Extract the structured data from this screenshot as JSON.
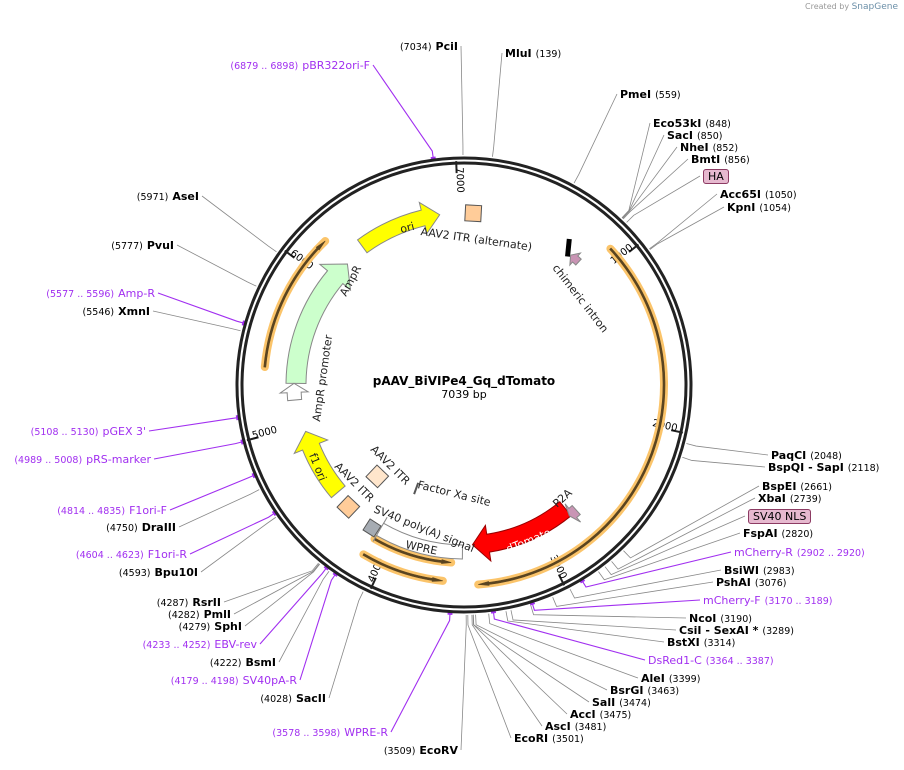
{
  "credit": {
    "prefix": "Created by",
    "brand": "SnapGene"
  },
  "plasmid": {
    "name": "pAAV_BiVIPe4_Gq_dTomato",
    "length_label": "7039 bp",
    "length": 7039
  },
  "ticks": [
    "1000",
    "2000",
    "3000",
    "4000",
    "5000",
    "6000",
    "7000"
  ],
  "enzymes": [
    {
      "name": "PciI",
      "position": "7034"
    },
    {
      "name": "MluI",
      "position": "139"
    },
    {
      "name": "PmeI",
      "position": "559"
    },
    {
      "name": "Eco53kI",
      "position": "848"
    },
    {
      "name": "SacI",
      "position": "850"
    },
    {
      "name": "NheI",
      "position": "852"
    },
    {
      "name": "BmtI",
      "position": "856"
    },
    {
      "name": "Acc65I",
      "position": "1050"
    },
    {
      "name": "KpnI",
      "position": "1054"
    },
    {
      "name": "PaqCI",
      "position": "2048"
    },
    {
      "name": "BspQI  - SapI",
      "position": "2118"
    },
    {
      "name": "BspEI",
      "position": "2661"
    },
    {
      "name": "XbaI",
      "position": "2739"
    },
    {
      "name": "FspAI",
      "position": "2820"
    },
    {
      "name": "BsiWI",
      "position": "2983"
    },
    {
      "name": "PshAI",
      "position": "3076"
    },
    {
      "name": "NcoI",
      "position": "3190"
    },
    {
      "name": "CsiI  - SexAI *",
      "position": "3289"
    },
    {
      "name": "BstXI",
      "position": "3314"
    },
    {
      "name": "AleI",
      "position": "3399"
    },
    {
      "name": "BsrGI",
      "position": "3463"
    },
    {
      "name": "SalI",
      "position": "3474"
    },
    {
      "name": "AccI",
      "position": "3475"
    },
    {
      "name": "AscI",
      "position": "3481"
    },
    {
      "name": "EcoRI",
      "position": "3501"
    },
    {
      "name": "EcoRV",
      "position": "3509"
    },
    {
      "name": "SacII",
      "position": "4028"
    },
    {
      "name": "BsmI",
      "position": "4222"
    },
    {
      "name": "SphI",
      "position": "4279"
    },
    {
      "name": "PmlI",
      "position": "4282"
    },
    {
      "name": "RsrII",
      "position": "4287"
    },
    {
      "name": "Bpu10I",
      "position": "4593"
    },
    {
      "name": "DraIII",
      "position": "4750"
    },
    {
      "name": "XmnI",
      "position": "5546"
    },
    {
      "name": "PvuI",
      "position": "5777"
    },
    {
      "name": "AseI",
      "position": "5971"
    }
  ],
  "primers": [
    {
      "name": "pBR322ori-F",
      "range": "6879 .. 6898"
    },
    {
      "name": "mCherry-R",
      "range": "2902 .. 2920"
    },
    {
      "name": "mCherry-F",
      "range": "3170 .. 3189"
    },
    {
      "name": "DsRed1-C",
      "range": "3364 .. 3387"
    },
    {
      "name": "WPRE-R",
      "range": "3578 .. 3598"
    },
    {
      "name": "SV40pA-R",
      "range": "4179 .. 4198"
    },
    {
      "name": "EBV-rev",
      "range": "4233 .. 4252"
    },
    {
      "name": "F1ori-R",
      "range": "4604 .. 4623"
    },
    {
      "name": "F1ori-F",
      "range": "4814 .. 4835"
    },
    {
      "name": "pRS-marker",
      "range": "4989 .. 5008"
    },
    {
      "name": "pGEX 3'",
      "range": "5108 .. 5130"
    },
    {
      "name": "Amp-R",
      "range": "5577 .. 5596"
    }
  ],
  "badges": [
    {
      "name": "HA",
      "color": "#e6b9cf"
    },
    {
      "name": "SV40 NLS",
      "color": "#e6b9cf"
    }
  ],
  "features": [
    {
      "name": "ori",
      "color": "#ffff00"
    },
    {
      "name": "AAV2 ITR (alternate)",
      "color": "#ffcc99"
    },
    {
      "name": "chimeric intron",
      "color": "#000000"
    },
    {
      "name": "AmpR",
      "color": "#ccffcc"
    },
    {
      "name": "AmpR promoter",
      "color": "#ffffff"
    },
    {
      "name": "f1 ori",
      "color": "#ffff00"
    },
    {
      "name": "AAV2 ITR",
      "color": "#ffcc99"
    },
    {
      "name": "AAV2 ITR",
      "color": "#ffe6cc"
    },
    {
      "name": "Factor Xa site",
      "color": "#555555"
    },
    {
      "name": "SV40 poly(A) signal",
      "color": "#a6acb3"
    },
    {
      "name": "WPRE",
      "color": "#ffffff"
    },
    {
      "name": "dTomato",
      "color": "#ff0000"
    },
    {
      "name": "P2A",
      "color": "#c994b4"
    }
  ],
  "colors": {
    "primer": "#a12ff0",
    "orf_glow": "#fbc46a",
    "orf_line": "#5a4420",
    "backbone": "#222222"
  }
}
